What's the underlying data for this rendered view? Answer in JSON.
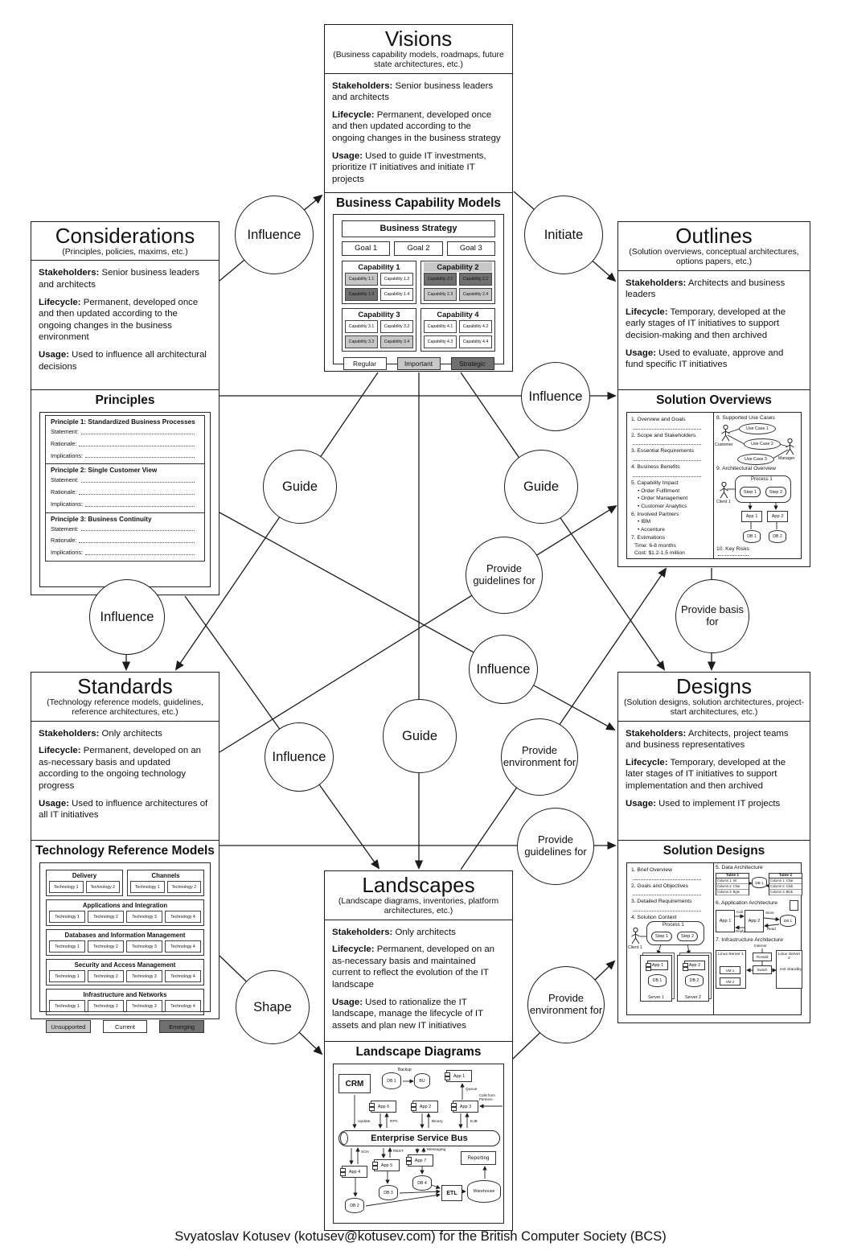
{
  "footer": "Svyatoslav Kotusev (kotusev@kotusev.com) for the British Computer Society (BCS)",
  "field_labels": {
    "stakeholders": "Stakeholders:",
    "lifecycle": "Lifecycle:",
    "usage": "Usage:"
  },
  "boxes": {
    "visions": {
      "title": "Visions",
      "subtitle": "(Business capability models, roadmaps, future state architectures, etc.)",
      "stakeholders": "Senior business leaders and architects",
      "lifecycle": "Permanent, developed once and then updated according to the ongoing changes in the business strategy",
      "usage": "Used to guide IT investments, prioritize IT initiatives and initiate IT projects",
      "inset_title": "Business Capability Models"
    },
    "considerations": {
      "title": "Considerations",
      "subtitle": "(Principles, policies, maxims, etc.)",
      "stakeholders": "Senior business leaders and architects",
      "lifecycle": "Permanent, developed once and then updated according to the ongoing changes in the business environment",
      "usage": "Used to influence all architectural decisions",
      "inset_title": "Principles"
    },
    "outlines": {
      "title": "Outlines",
      "subtitle": "(Solution overviews, conceptual architectures, options papers, etc.)",
      "stakeholders": "Architects and business leaders",
      "lifecycle": "Temporary, developed at the early stages of IT initiatives to support decision-making and then archived",
      "usage": "Used to evaluate, approve and fund specific IT initiatives",
      "inset_title": "Solution Overviews"
    },
    "standards": {
      "title": "Standards",
      "subtitle": "(Technology reference models, guidelines, reference architectures, etc.)",
      "stakeholders": "Only architects",
      "lifecycle": "Permanent, developed on an as-necessary basis and updated according to the ongoing technology progress",
      "usage": "Used to influence architectures of all IT initiatives",
      "inset_title": "Technology Reference Models"
    },
    "designs": {
      "title": "Designs",
      "subtitle": "(Solution designs, solution architectures, project-start architectures, etc.)",
      "stakeholders": "Architects, project teams and business representatives",
      "lifecycle": "Temporary, developed at the later stages of IT initiatives to support implementation and then archived",
      "usage": "Used to implement IT projects",
      "inset_title": "Solution Designs"
    },
    "landscapes": {
      "title": "Landscapes",
      "subtitle": "(Landscape diagrams, inventories, platform architectures, etc.)",
      "stakeholders": "Only architects",
      "lifecycle": "Permanent, developed on an as-necessary basis and maintained current to reflect the evolution of the IT landscape",
      "usage": "Used to rationalize the IT landscape, manage the lifecycle of IT assets and plan new IT initiatives",
      "inset_title": "Landscape Diagrams"
    }
  },
  "relations": [
    {
      "from": "Considerations",
      "to": "Visions",
      "label": "Influence"
    },
    {
      "from": "Visions",
      "to": "Outlines",
      "label": "Initiate"
    },
    {
      "from": "Considerations",
      "to": "Outlines",
      "label": "Influence"
    },
    {
      "from": "Visions",
      "to": "Standards",
      "label": "Guide"
    },
    {
      "from": "Visions",
      "to": "Designs",
      "label": "Guide"
    },
    {
      "from": "Visions",
      "to": "Landscapes",
      "label": "Guide"
    },
    {
      "from": "Standards",
      "to": "Outlines",
      "label": "Provide guidelines for"
    },
    {
      "from": "Outlines",
      "to": "Designs",
      "label": "Provide basis for"
    },
    {
      "from": "Considerations",
      "to": "Standards",
      "label": "Influence"
    },
    {
      "from": "Considerations",
      "to": "Designs",
      "label": "Influence"
    },
    {
      "from": "Considerations",
      "to": "Landscapes",
      "label": "Influence"
    },
    {
      "from": "Landscapes",
      "to": "Outlines",
      "label": "Provide environment for"
    },
    {
      "from": "Standards",
      "to": "Designs",
      "label": "Provide guidelines for"
    },
    {
      "from": "Standards",
      "to": "Landscapes",
      "label": "Shape"
    },
    {
      "from": "Landscapes",
      "to": "Designs",
      "label": "Provide environment for"
    }
  ],
  "bcm": {
    "strategy": "Business Strategy",
    "goals": [
      "Goal 1",
      "Goal 2",
      "Goal 3"
    ],
    "groups": [
      {
        "name": "Capability 1",
        "tone": "regular",
        "cells": [
          {
            "label": "Capability 1.1",
            "tone": "important"
          },
          {
            "label": "Capability 1.2",
            "tone": "regular"
          },
          {
            "label": "Capability 1.3",
            "tone": "strategic"
          },
          {
            "label": "Capability 1.4",
            "tone": "regular"
          }
        ]
      },
      {
        "name": "Capability 2",
        "tone": "important",
        "cells": [
          {
            "label": "Capability 2.1",
            "tone": "strategic"
          },
          {
            "label": "Capability 2.2",
            "tone": "strategic"
          },
          {
            "label": "Capability 2.3",
            "tone": "important"
          },
          {
            "label": "Capability 2.4",
            "tone": "important"
          }
        ]
      },
      {
        "name": "Capability 3",
        "tone": "regular",
        "cells": [
          {
            "label": "Capability 3.1",
            "tone": "regular"
          },
          {
            "label": "Capability 3.2",
            "tone": "regular"
          },
          {
            "label": "Capability 3.3",
            "tone": "important"
          },
          {
            "label": "Capability 3.4",
            "tone": "important"
          }
        ]
      },
      {
        "name": "Capability 4",
        "tone": "regular",
        "cells": [
          {
            "label": "Capability 4.1",
            "tone": "regular"
          },
          {
            "label": "Capability 4.2",
            "tone": "regular"
          },
          {
            "label": "Capability 4.3",
            "tone": "regular"
          },
          {
            "label": "Capability 4.4",
            "tone": "regular"
          }
        ]
      }
    ],
    "legend": [
      {
        "label": "Regular",
        "tone": "regular"
      },
      {
        "label": "Important",
        "tone": "important"
      },
      {
        "label": "Strategic",
        "tone": "strategic"
      }
    ]
  },
  "principles": {
    "field_names": [
      "Statement:",
      "Rationale:",
      "Implications:"
    ],
    "items": [
      {
        "title": "Principle 1: Standardized Business Processes"
      },
      {
        "title": "Principle 2: Single Customer View"
      },
      {
        "title": "Principle 3: Business Continuity"
      }
    ]
  },
  "solution_overviews": {
    "left": [
      {
        "t": "num",
        "v": "1. Overview and Goals"
      },
      {
        "t": "dots",
        "v": ""
      },
      {
        "t": "num",
        "v": "2. Scope and Stakeholders"
      },
      {
        "t": "dots",
        "v": ""
      },
      {
        "t": "num",
        "v": "3. Essential Requirements"
      },
      {
        "t": "dots",
        "v": ""
      },
      {
        "t": "num",
        "v": "4. Business Benefits"
      },
      {
        "t": "dots",
        "v": ""
      },
      {
        "t": "num",
        "v": "5. Capability Impact"
      },
      {
        "t": "bullet",
        "v": "Order Fulfilment"
      },
      {
        "t": "bullet",
        "v": "Order Management"
      },
      {
        "t": "bullet",
        "v": "Customer Analytics"
      },
      {
        "t": "num",
        "v": "6. Involved Partners"
      },
      {
        "t": "bullet",
        "v": "IBM"
      },
      {
        "t": "bullet",
        "v": "Accenture"
      },
      {
        "t": "num",
        "v": "7. Estimations"
      },
      {
        "t": "plain",
        "v": "Time: 6-8 months"
      },
      {
        "t": "plain",
        "v": "Cost: $1.2-1.5 million"
      }
    ],
    "usecases_title": "8. Supported Use Cases",
    "customer": "Customer",
    "manager": "Manager",
    "usecases": [
      "Use Case 1",
      "Use Case 2",
      "Use Case 3"
    ],
    "arch_title": "9. Architectural Overview",
    "process": "Process 1",
    "steps": [
      "Step 1",
      "Step 2"
    ],
    "client": "Client 1",
    "apps": [
      "App 1",
      "App 2"
    ],
    "dbs": [
      "DB 1",
      "DB 2"
    ],
    "risks_title": "10. Key Risks"
  },
  "trm": {
    "groups": [
      {
        "name": "Delivery",
        "cells": [
          {
            "label": "Technology 1",
            "tone": "unsupported"
          },
          {
            "label": "Technology 2",
            "tone": "current"
          }
        ]
      },
      {
        "name": "Channels",
        "cells": [
          {
            "label": "Technology 1",
            "tone": "current"
          },
          {
            "label": "Technology 2",
            "tone": "emerging"
          }
        ]
      },
      {
        "name": "Applications and Integration",
        "cells": [
          {
            "label": "Technology 1",
            "tone": "current"
          },
          {
            "label": "Technology 2",
            "tone": "unsupported"
          },
          {
            "label": "Technology 3",
            "tone": "current"
          },
          {
            "label": "Technology 4",
            "tone": "current"
          }
        ]
      },
      {
        "name": "Databases and Information Management",
        "cells": [
          {
            "label": "Technology 1",
            "tone": "emerging"
          },
          {
            "label": "Technology 2",
            "tone": "current"
          },
          {
            "label": "Technology 3",
            "tone": "unsupported"
          },
          {
            "label": "Technology 4",
            "tone": "unsupported"
          }
        ]
      },
      {
        "name": "Security and Access Management",
        "cells": [
          {
            "label": "Technology 1",
            "tone": "current"
          },
          {
            "label": "Technology 2",
            "tone": "unsupported"
          },
          {
            "label": "Technology 3",
            "tone": "current"
          },
          {
            "label": "Technology 4",
            "tone": "current"
          }
        ]
      },
      {
        "name": "Infrastructure and Networks",
        "cells": [
          {
            "label": "Technology 1",
            "tone": "current"
          },
          {
            "label": "Technology 2",
            "tone": "emerging"
          },
          {
            "label": "Technology 3",
            "tone": "current"
          },
          {
            "label": "Technology 4",
            "tone": "emerging"
          }
        ]
      }
    ],
    "legend": [
      {
        "label": "Unsupported",
        "tone": "unsupported"
      },
      {
        "label": "Current",
        "tone": "current"
      },
      {
        "label": "Emerging",
        "tone": "emerging"
      }
    ]
  },
  "solution_designs": {
    "left": [
      {
        "t": "num",
        "v": "1. Brief Overview"
      },
      {
        "t": "dots",
        "v": ""
      },
      {
        "t": "num",
        "v": "2. Goals and Objectives"
      },
      {
        "t": "dots",
        "v": ""
      },
      {
        "t": "num",
        "v": "3. Detailed Requirements"
      },
      {
        "t": "dots",
        "v": ""
      },
      {
        "t": "num",
        "v": "4. Solution Context"
      }
    ],
    "client": "Client 1",
    "process": "Process 1",
    "steps": [
      "Step 1",
      "Step 2"
    ],
    "servers": [
      {
        "app": "App 1",
        "db": "DB 1",
        "name": "Server 1"
      },
      {
        "app": "App 2",
        "db": "DB 2",
        "name": "Server 2"
      }
    ],
    "data_title": "5. Data Architecture",
    "tables": [
      {
        "name": "Table 1",
        "cols": [
          "Column 1: Int",
          "Column 2: Char",
          "Column 3: Byte"
        ]
      },
      {
        "name": "Table 2",
        "cols": [
          "Column 1: Char",
          "Column 2: Clob",
          "Column 3: Blob"
        ]
      }
    ],
    "data_db": "DB 1",
    "app_title": "6. Application Architecture",
    "apps": [
      "App 1",
      "App 2"
    ],
    "call": "Call",
    "reply": "Reply",
    "store": "Store",
    "read": "Read",
    "app_db": "DB 1",
    "infra_title": "7. Infrastructure Architecture",
    "internet": "Internet",
    "firewall": "Firewall",
    "switch": "Switch",
    "server1": "Linux Server 1",
    "vms": [
      "VM 1",
      "VM 2"
    ],
    "server2": "Linux Server 2",
    "standby": "Hot Standby"
  },
  "landscape": {
    "crm": "CRM",
    "db1": "DB 1",
    "backup": "Backup",
    "bu": "BU",
    "app1": "App 1",
    "queue": "Queue",
    "calls": "Calls from Partners",
    "app6": "App 6",
    "app2": "App 2",
    "app3": "App 3",
    "update": "Update",
    "rpc": "RPC",
    "binary": "Binary",
    "ejb": "EJB",
    "esb": "Enterprise Service Bus",
    "soa": "SOA",
    "rest": "REST",
    "messaging": "Messaging",
    "app4": "App 4",
    "app5": "App 5",
    "app7": "App 7",
    "reporting": "Reporting",
    "db2": "DB 2",
    "db3": "DB 3",
    "db4": "DB 4",
    "etl": "ETL",
    "warehouse": "Warehouse"
  }
}
